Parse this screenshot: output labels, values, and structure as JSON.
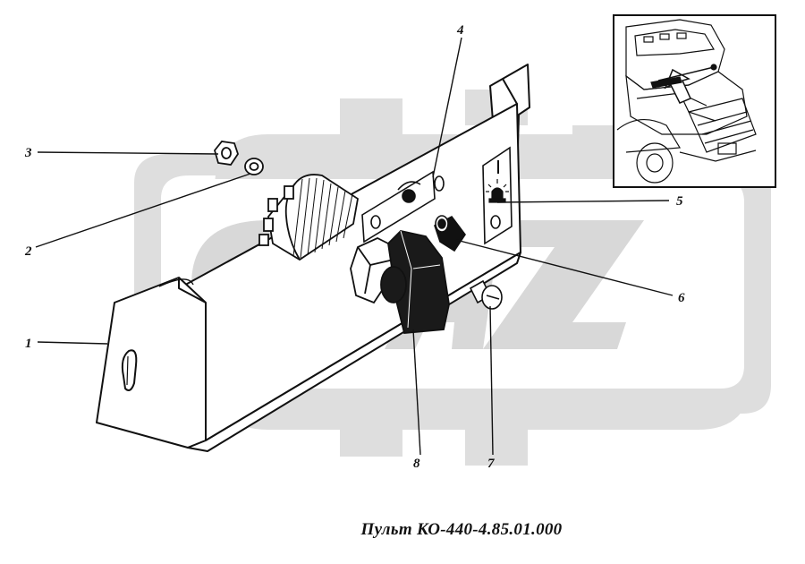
{
  "callouts": [
    {
      "number": "1"
    },
    {
      "number": "2"
    },
    {
      "number": "3"
    },
    {
      "number": "4"
    },
    {
      "number": "5"
    },
    {
      "number": "6"
    },
    {
      "number": "7"
    },
    {
      "number": "8"
    }
  ],
  "panel": {
    "switch_mark": "I",
    "switch_mark_2": "0"
  },
  "caption": "Пульт КО-440-4.85.01.000",
  "watermark": "GAZ",
  "colors": {
    "line": "#111111",
    "watermark": "#dcdcdc",
    "background": "#ffffff"
  }
}
